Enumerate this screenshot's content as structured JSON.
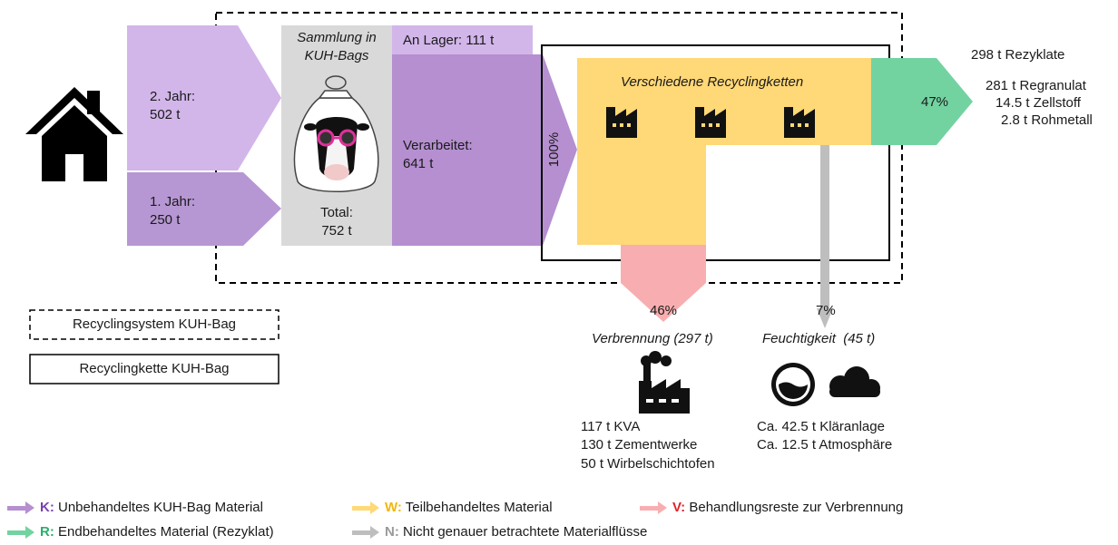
{
  "colors": {
    "K": "#B58FD0",
    "K_light": "#D2B6EA",
    "K_mid": "#B697D3",
    "W": "#FFD877",
    "R": "#72D3A1",
    "V": "#F8AEB0",
    "N": "#BEBEBE",
    "collection_box": "#D9D9D9"
  },
  "flows": {
    "year2_label": "2. Jahr:",
    "year2_value": "502 t",
    "year1_label": "1. Jahr:",
    "year1_value": "250 t",
    "collection_title_1": "Sammlung in",
    "collection_title_2": "KUH-Bags",
    "total_label": "Total:",
    "total_value": "752 t",
    "storage": "An Lager: 111 t",
    "processed_label": "Verarbeitet:",
    "processed_value": "641 t",
    "input_percent": "100%",
    "chains_title": "Verschiedene Recyclingketten",
    "recyclate_percent": "47%",
    "recyclate_title": "298 t Rezyklate",
    "recyclate_items": [
      "281 t Regranulat",
      "14.5 t Zellstoff",
      "2.8 t Rohmetall"
    ],
    "incineration_percent": "46%",
    "incineration_title": "Verbrennung (297 t)",
    "incineration_items": [
      "117 t KVA",
      "130 t Zementwerke",
      "50 t Wirbelschichtofen"
    ],
    "moisture_percent": "7%",
    "moisture_title": "Feuchtigkeit  (45 t)",
    "moisture_items": [
      "Ca. 42.5 t Kläranlage",
      "Ca. 12.5 t Atmosphäre"
    ]
  },
  "boundaries": {
    "system_label": "Recyclingsystem KUH-Bag",
    "chain_label": "Recyclingkette KUH-Bag"
  },
  "legend": [
    {
      "key": "K:",
      "text": "Unbehandeltes KUH-Bag Material",
      "color": "#B58FD0"
    },
    {
      "key": "W:",
      "text": "Teilbehandeltes Material",
      "color": "#FFD877"
    },
    {
      "key": "V:",
      "text": "Behandlungsreste zur Verbrennung",
      "color": "#F8AEB0"
    },
    {
      "key": "R:",
      "text": "Endbehandeltes Material (Rezyklat)",
      "color": "#72D3A1"
    },
    {
      "key": "N:",
      "text": "Nicht genauer betrachtete Materialflüsse",
      "color": "#BEBEBE"
    }
  ],
  "icons": [
    "house-icon",
    "cow-bag-icon",
    "factory-icon",
    "smokestack-factory-icon",
    "water-treatment-icon",
    "cloud-icon"
  ]
}
